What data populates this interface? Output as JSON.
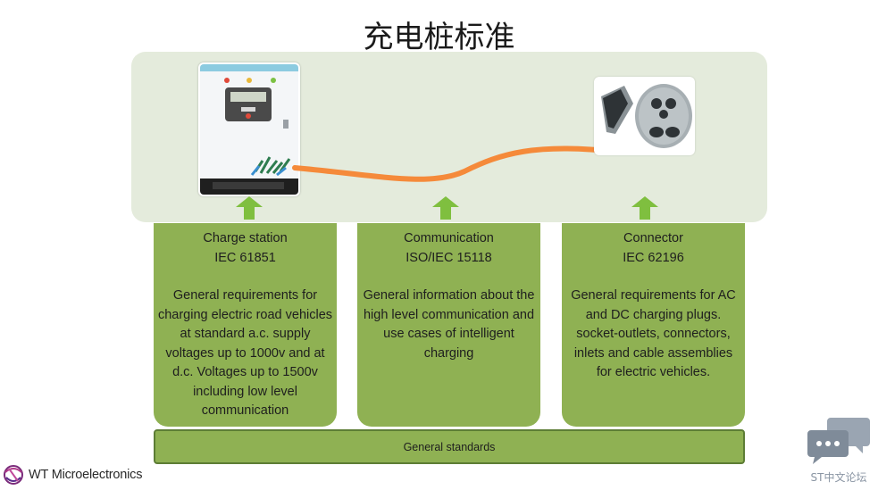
{
  "title": "充电桩标准",
  "cards": [
    {
      "name": "Charge station",
      "standard": "IEC 61851",
      "description": "General requirements for charging electric road vehicles at standard a.c. supply voltages up to 1000v and at d.c.  Voltages up to 1500v including low level communication"
    },
    {
      "name": "Communication",
      "standard": "ISO/IEC 15118",
      "description": "General information about the high level communication and use cases of intelligent charging"
    },
    {
      "name": "Connector",
      "standard": "IEC 62196",
      "description": "General requirements for AC and DC charging plugs. socket-outlets, connectors, inlets and cable assemblies for electric vehicles."
    }
  ],
  "base_label": "General standards",
  "logo": {
    "text": "WT Microelectronics"
  },
  "watermark": {
    "text": "ST中文论坛"
  },
  "colors": {
    "card_green": "#8fb153",
    "panel_green": "#e4ebdc",
    "arrow_green": "#7fbf3f",
    "cable_orange": "#f58a3a"
  },
  "icons": [
    "charger-station-image",
    "ev-connector-plug-image",
    "chat-bubbles-icon",
    "wt-logo-icon"
  ]
}
